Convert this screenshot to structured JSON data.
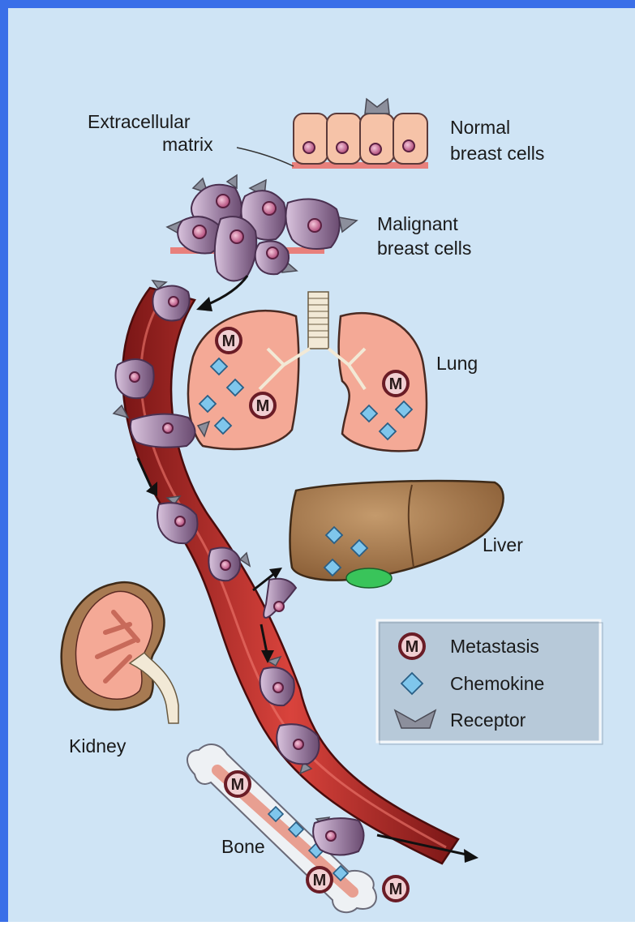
{
  "labels": {
    "extracellular_matrix_line1": "Extracellular",
    "extracellular_matrix_line2": "matrix",
    "normal_line1": "Normal",
    "normal_line2": "breast cells",
    "malignant_line1": "Malignant",
    "malignant_line2": "breast cells",
    "lung": "Lung",
    "liver": "Liver",
    "kidney": "Kidney",
    "bone": "Bone"
  },
  "legend": {
    "items": [
      {
        "icon": "metastasis-icon",
        "label": "Metastasis"
      },
      {
        "icon": "chemokine-icon",
        "label": "Chemokine"
      },
      {
        "icon": "receptor-icon",
        "label": "Receptor"
      }
    ],
    "metastasis_symbol": "M"
  },
  "metastasis_symbol": "M",
  "colors": {
    "background": "#cfe4f5",
    "border": "#3a6fe8",
    "vessel": "#b7302c",
    "vessel_edge": "#5a1010",
    "organ_pink": "#f4a996",
    "liver": "#a77a52",
    "cell": "#8a6b8f",
    "chemokine": "#7fc6ec",
    "metastasis": "#7a2430",
    "receptor": "#8c8f9c"
  }
}
